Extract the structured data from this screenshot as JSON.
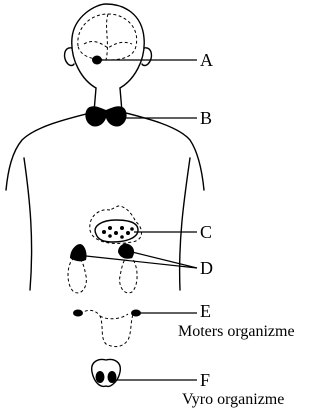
{
  "labels": {
    "a": "A",
    "b": "B",
    "c": "C",
    "d": "D",
    "e": "E",
    "e_caption": "Moters organizme",
    "f": "F",
    "f_caption": "Vyro organizme"
  }
}
